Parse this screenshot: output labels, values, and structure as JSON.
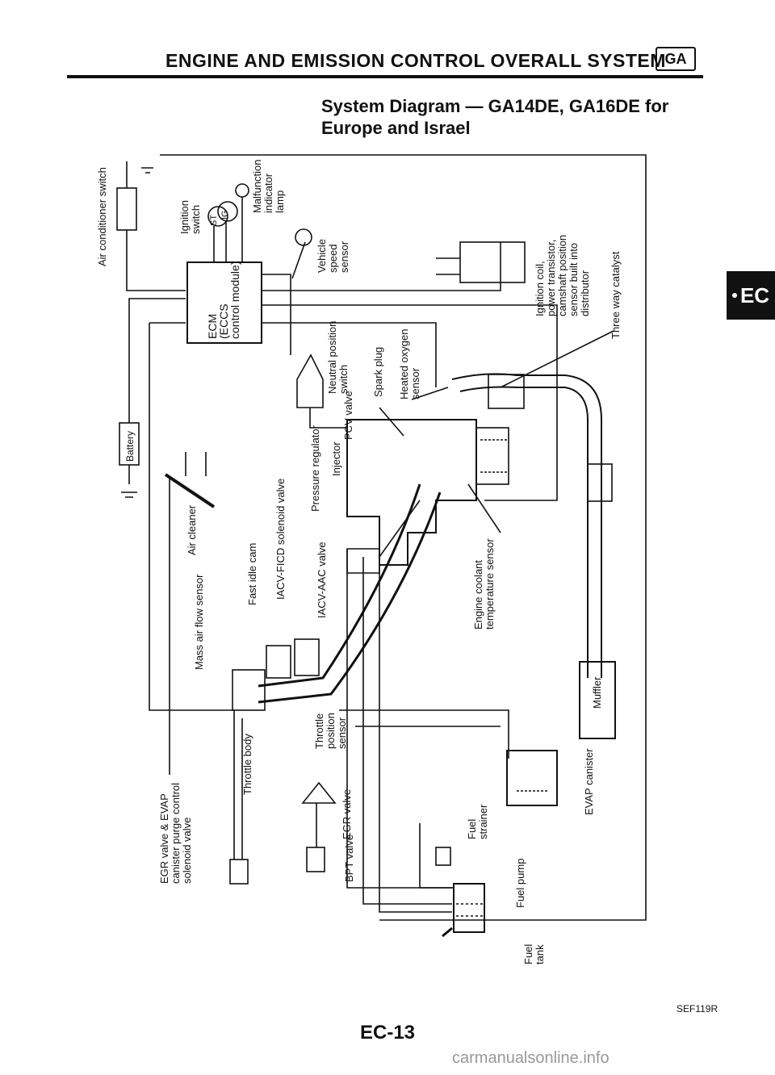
{
  "header": {
    "title": "ENGINE AND EMISSION CONTROL OVERALL SYSTEM",
    "badge": "GA"
  },
  "subtitle": {
    "line1": "System Diagram — GA14DE, GA16DE for",
    "line2": "Europe and Israel"
  },
  "side_tab": {
    "label": "EC"
  },
  "labels": {
    "air_conditioner_switch": "Air conditioner switch",
    "ignition_switch": "Ignition\nswitch",
    "st": "ST",
    "ig": "IG",
    "malfunction_lamp": "Malfunction\nindicator\nlamp",
    "vehicle_speed_sensor": "Vehicle\nspeed\nsensor",
    "ignition_coil": "Ignition coil,\npower transistor,\ncamshaft position\nsensor built into\ndistributor",
    "three_way_catalyst": "Three way catalyst",
    "ecm": "ECM\n(ECCS\ncontrol module)",
    "battery": "Battery",
    "neutral_position_switch": "Neutral position\nswitch",
    "spark_plug": "Spark plug",
    "heated_oxygen_sensor": "Heated oxygen\nsensor",
    "pcv_valve": "PCV valve",
    "injector": "Injector",
    "pressure_regulator": "Pressure regulator",
    "iacv_ficd": "IACV-FICD solenoid valve",
    "air_cleaner": "Air cleaner",
    "fast_idle_cam": "Fast idle cam",
    "iacv_aac": "IACV-AAC valve",
    "mass_air_flow_sensor": "Mass air flow sensor",
    "engine_coolant_sensor": "Engine coolant\ntemperature sensor",
    "muffler": "Muffler",
    "throttle_position_sensor": "Throttle\nposition\nsensor",
    "throttle_body": "Throttle body",
    "egr_evap_valve": "EGR valve & EVAP\ncanister purge control\nsolenoid valve",
    "egr_valve": "EGR valve",
    "bpt_valve": "BPT valve",
    "fuel_strainer": "Fuel\nstrainer",
    "evap_canister": "EVAP canister",
    "fuel_pump": "Fuel pump",
    "fuel_tank": "Fuel\ntank"
  },
  "footer": {
    "ref_code": "SEF119R",
    "page_number": "EC-13",
    "watermark": "carmanualsonline.info"
  }
}
